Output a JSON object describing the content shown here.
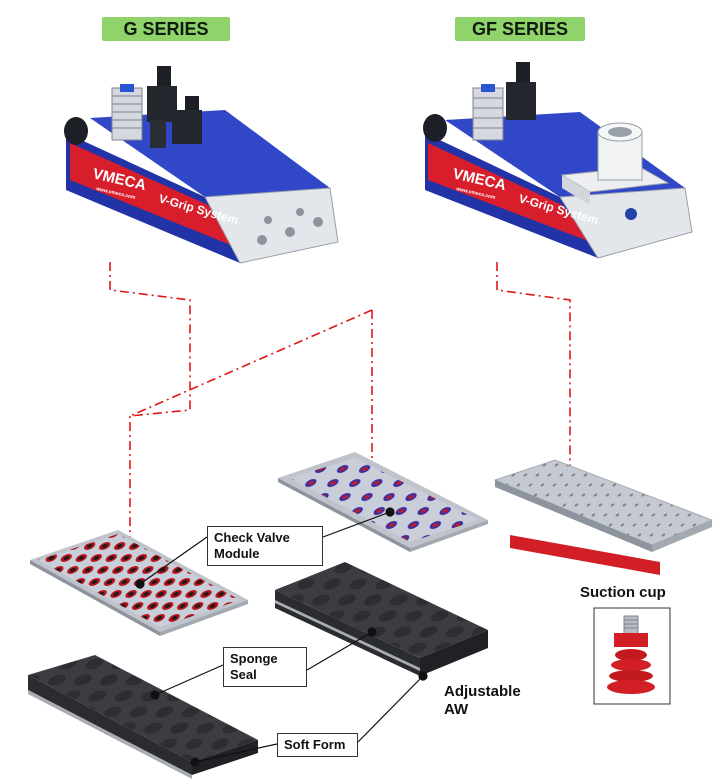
{
  "series": {
    "g": "G SERIES",
    "gf": "GF SERIES"
  },
  "device": {
    "brand": "VMECA",
    "website": "www.vmeca.com",
    "product": "V-Grip System"
  },
  "callouts": {
    "check_valve": "Check Valve Module",
    "sponge_seal": "Sponge Seal",
    "soft_form": "Soft Form",
    "adjustable": "Adjustable AW",
    "suction_cup": "Suction cup"
  },
  "colors": {
    "body_blue": "#2233a8",
    "stripe_red": "#d81e2a",
    "badge_green": "#8fd36a",
    "connector_line": "#e01818",
    "foam_dark": "#3b3d42"
  }
}
